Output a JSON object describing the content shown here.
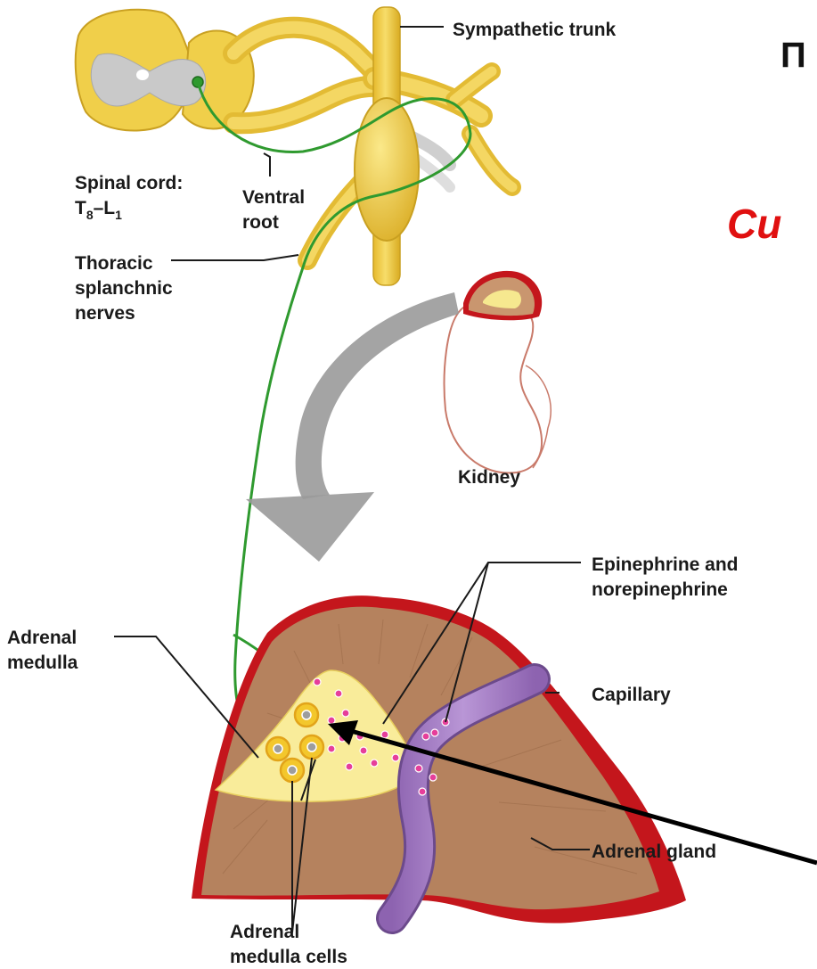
{
  "slide": {
    "title_fragment": "П",
    "subtitle_fragment": "Си"
  },
  "labels": {
    "sympathetic_trunk": "Sympathetic trunk",
    "spinal_cord_line1": "Spinal cord:",
    "spinal_cord_line2_T": "T",
    "spinal_cord_line2_T_sub": "8",
    "spinal_cord_line2_dash": "–L",
    "spinal_cord_line2_L_sub": "1",
    "ventral_root_line1": "Ventral",
    "ventral_root_line2": "root",
    "thoracic_line1": "Thoracic",
    "thoracic_line2": "splanchnic",
    "thoracic_line3": "nerves",
    "kidney": "Kidney",
    "epinephrine_line1": "Epinephrine and",
    "epinephrine_line2": "norepinephrine",
    "adrenal_medulla_line1": "Adrenal",
    "adrenal_medulla_line2": "medulla",
    "capillary": "Capillary",
    "adrenal_gland": "Adrenal gland",
    "adrenal_cells_line1": "Adrenal",
    "adrenal_cells_line2": "medulla cells"
  },
  "colors": {
    "nerve": "#f0cf4a",
    "nerve_dark": "#d9ad23",
    "spinal_grey": "#c9c9c9",
    "neuron_path": "#2f9a2f",
    "cortex": "#b5825e",
    "cortex_light": "#c9a07c",
    "gland_capsule": "#c4161c",
    "medulla": "#f9ec9a",
    "capillary": "#a77fc4",
    "granule": "#e63e9a",
    "arrow_grey": "#9a9a9a",
    "title_red": "#e01010"
  }
}
